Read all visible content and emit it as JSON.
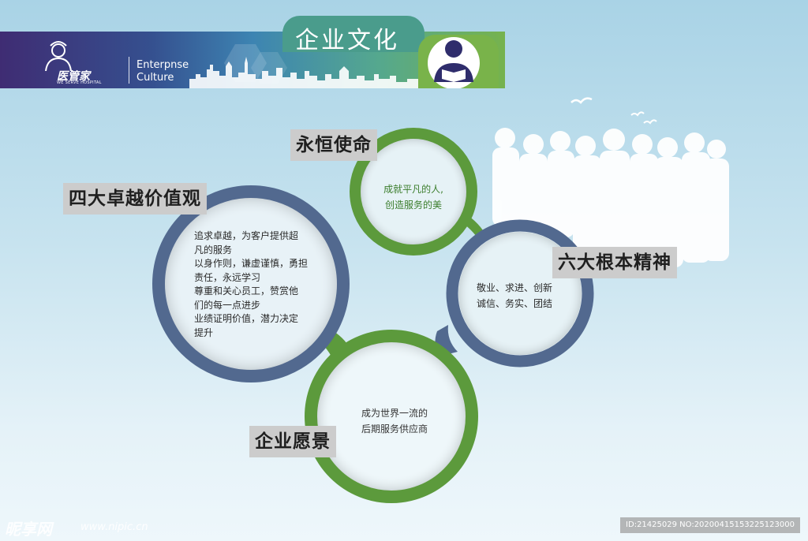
{
  "header": {
    "title": "企业文化",
    "logo_text": "医管家",
    "logo_sub": "WE SERVE HOSPITAL",
    "english_line1": "Enterpnse",
    "english_line2": "Culture"
  },
  "sections": {
    "values": {
      "label": "四大卓越价值观",
      "lines": [
        "追求卓越，为客户提供超",
        "凡的服务",
        "以身作则，谦虚谨慎，勇担",
        "责任，永远学习",
        "尊重和关心员工，赞赏他",
        "们的每一点进步",
        "业绩证明价值，潜力决定",
        "提升"
      ]
    },
    "mission": {
      "label": "永恒使命",
      "lines": [
        "成就平凡的人,",
        "创造服务的美"
      ]
    },
    "spirit": {
      "label": "六大根本精神",
      "lines": [
        "敬业、求进、创新",
        "诚信、务实、团结"
      ]
    },
    "vision": {
      "label": "企业愿景",
      "lines": [
        "成为世界一流的",
        "后期服务供应商"
      ]
    }
  },
  "watermark": {
    "site": "昵享网",
    "url": "www.nipic.cn",
    "id": "ID:21425029 NO:20200415153225123000"
  },
  "colors": {
    "blue_ring": "#52698f",
    "green_ring": "#5c9a3c",
    "band_start": "#3f2c73",
    "band_end": "#76b24e"
  }
}
